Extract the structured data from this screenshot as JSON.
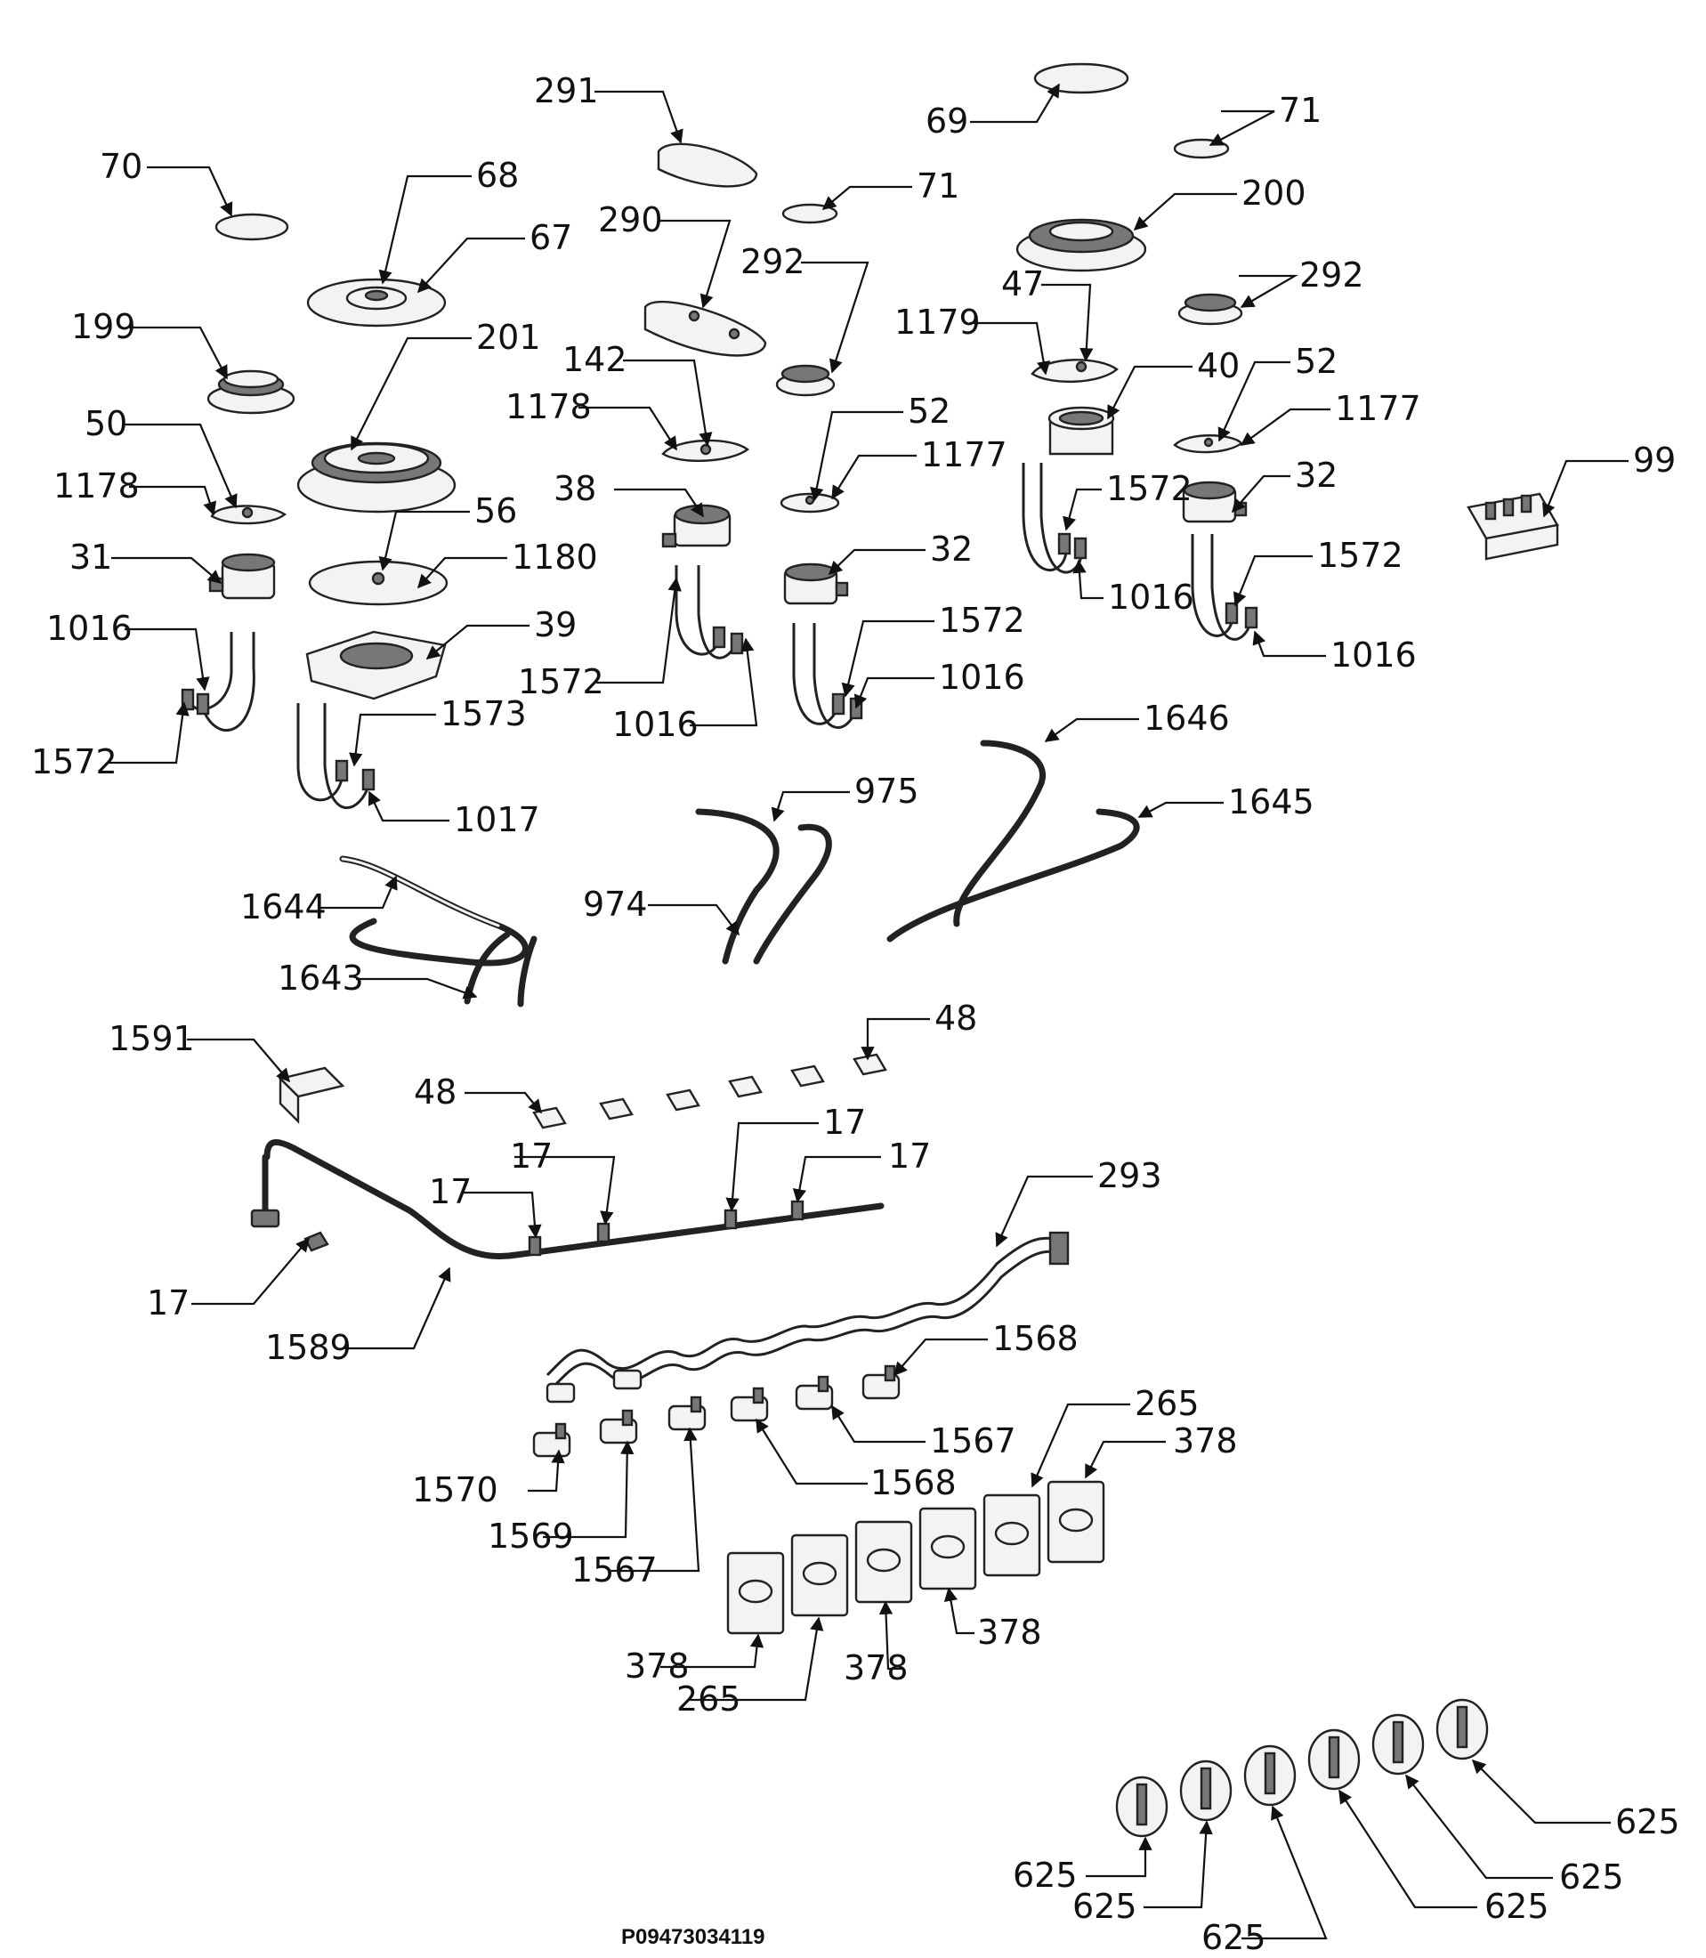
{
  "diagram": {
    "document_code": "P09473034119",
    "callouts": [
      {
        "id": "c70",
        "label": "70"
      },
      {
        "id": "c68",
        "label": "68"
      },
      {
        "id": "c67",
        "label": "67"
      },
      {
        "id": "c199",
        "label": "199"
      },
      {
        "id": "c201",
        "label": "201"
      },
      {
        "id": "c50",
        "label": "50"
      },
      {
        "id": "c1178a",
        "label": "1178"
      },
      {
        "id": "c56",
        "label": "56"
      },
      {
        "id": "c31",
        "label": "31"
      },
      {
        "id": "c1180",
        "label": "1180"
      },
      {
        "id": "c39",
        "label": "39"
      },
      {
        "id": "c1016a",
        "label": "1016"
      },
      {
        "id": "c1573",
        "label": "1573"
      },
      {
        "id": "c1572a",
        "label": "1572"
      },
      {
        "id": "c1017",
        "label": "1017"
      },
      {
        "id": "c291",
        "label": "291"
      },
      {
        "id": "c71a",
        "label": "71"
      },
      {
        "id": "c290",
        "label": "290"
      },
      {
        "id": "c292a",
        "label": "292"
      },
      {
        "id": "c142",
        "label": "142"
      },
      {
        "id": "c1178b",
        "label": "1178"
      },
      {
        "id": "c52a",
        "label": "52"
      },
      {
        "id": "c1177a",
        "label": "1177"
      },
      {
        "id": "c38",
        "label": "38"
      },
      {
        "id": "c32a",
        "label": "32"
      },
      {
        "id": "c1572b",
        "label": "1572"
      },
      {
        "id": "c1016b",
        "label": "1016"
      },
      {
        "id": "c1572c",
        "label": "1572"
      },
      {
        "id": "c1016c",
        "label": "1016"
      },
      {
        "id": "c69",
        "label": "69"
      },
      {
        "id": "c71b",
        "label": "71"
      },
      {
        "id": "c200",
        "label": "200"
      },
      {
        "id": "c47",
        "label": "47"
      },
      {
        "id": "c292b",
        "label": "292"
      },
      {
        "id": "c1179",
        "label": "1179"
      },
      {
        "id": "c40",
        "label": "40"
      },
      {
        "id": "c52b",
        "label": "52"
      },
      {
        "id": "c1177b",
        "label": "1177"
      },
      {
        "id": "c1572d",
        "label": "1572"
      },
      {
        "id": "c32b",
        "label": "32"
      },
      {
        "id": "c1016d",
        "label": "1016"
      },
      {
        "id": "c1572e",
        "label": "1572"
      },
      {
        "id": "c1016e",
        "label": "1016"
      },
      {
        "id": "c99",
        "label": "99"
      },
      {
        "id": "c1646",
        "label": "1646"
      },
      {
        "id": "c975",
        "label": "975"
      },
      {
        "id": "c1645",
        "label": "1645"
      },
      {
        "id": "c1644",
        "label": "1644"
      },
      {
        "id": "c974",
        "label": "974"
      },
      {
        "id": "c1643",
        "label": "1643"
      },
      {
        "id": "c48a",
        "label": "48"
      },
      {
        "id": "c1591",
        "label": "1591"
      },
      {
        "id": "c48b",
        "label": "48"
      },
      {
        "id": "c17a",
        "label": "17"
      },
      {
        "id": "c17b",
        "label": "17"
      },
      {
        "id": "c17c",
        "label": "17"
      },
      {
        "id": "c17d",
        "label": "17"
      },
      {
        "id": "c17e",
        "label": "17"
      },
      {
        "id": "c293",
        "label": "293"
      },
      {
        "id": "c1589",
        "label": "1589"
      },
      {
        "id": "c1568a",
        "label": "1568"
      },
      {
        "id": "c1567a",
        "label": "1567"
      },
      {
        "id": "c265a",
        "label": "265"
      },
      {
        "id": "c378a",
        "label": "378"
      },
      {
        "id": "c1570",
        "label": "1570"
      },
      {
        "id": "c1568b",
        "label": "1568"
      },
      {
        "id": "c1569",
        "label": "1569"
      },
      {
        "id": "c1567b",
        "label": "1567"
      },
      {
        "id": "c378b",
        "label": "378"
      },
      {
        "id": "c378c",
        "label": "378"
      },
      {
        "id": "c265b",
        "label": "265"
      },
      {
        "id": "c378d",
        "label": "378"
      },
      {
        "id": "c625a",
        "label": "625"
      },
      {
        "id": "c625b",
        "label": "625"
      },
      {
        "id": "c625c",
        "label": "625"
      },
      {
        "id": "c625d",
        "label": "625"
      },
      {
        "id": "c625e",
        "label": "625"
      },
      {
        "id": "c625f",
        "label": "625"
      }
    ]
  }
}
